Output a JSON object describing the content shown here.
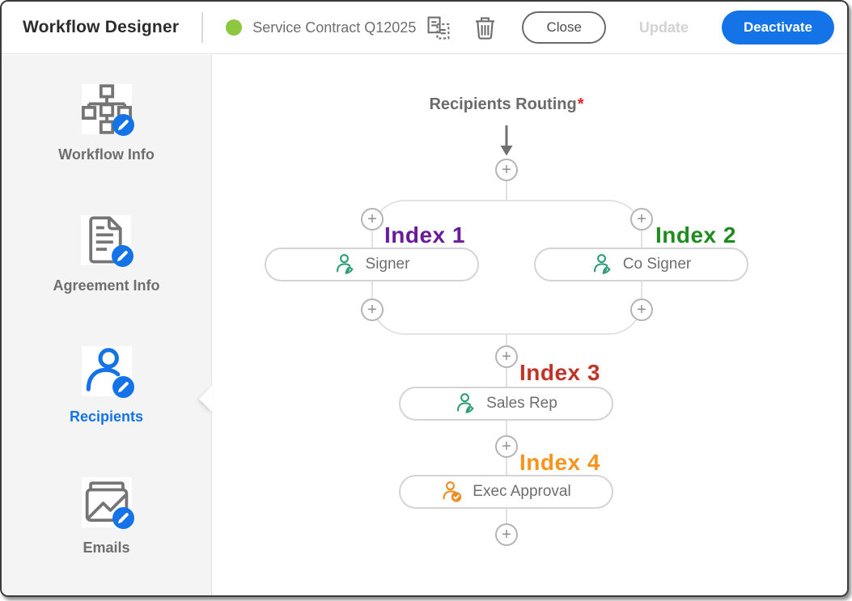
{
  "header": {
    "app_title": "Workflow Designer",
    "status_dot_color": "#8DC63F",
    "workflow_name": "Service Contract Q12025",
    "actions": {
      "copy_icon": "duplicate-workflow",
      "delete_icon": "delete-workflow",
      "close_label": "Close",
      "update_label": "Update",
      "deactivate_label": "Deactivate"
    }
  },
  "sidebar": {
    "items": [
      {
        "label": "Workflow Info",
        "icon": "workflow-tree-icon",
        "active": false
      },
      {
        "label": "Agreement Info",
        "icon": "agreement-document-icon",
        "active": false
      },
      {
        "label": "Recipients",
        "icon": "recipient-person-icon",
        "active": true
      },
      {
        "label": "Emails",
        "icon": "email-envelope-icon",
        "active": false
      }
    ]
  },
  "canvas": {
    "section_title": "Recipients Routing",
    "required_marker": "*",
    "add_step_symbol": "+",
    "parallel_branches": [
      {
        "index_label": "Index 1",
        "label_color": "#6A1B9A",
        "recipient_role": "Signer",
        "role_icon": "signer-pen-icon",
        "role_color": "#2D9D78"
      },
      {
        "index_label": "Index 2",
        "label_color": "#1E8C1E",
        "recipient_role": "Co Signer",
        "role_icon": "signer-pen-icon",
        "role_color": "#2D9D78"
      }
    ],
    "sequential_steps": [
      {
        "index_label": "Index 3",
        "label_color": "#C13528",
        "recipient_role": "Sales Rep",
        "role_icon": "signer-pen-icon",
        "role_color": "#2D9D78"
      },
      {
        "index_label": "Index 4",
        "label_color": "#F7941D",
        "recipient_role": "Exec Approval",
        "role_icon": "approver-check-icon",
        "role_color": "#EE8C1E"
      }
    ]
  },
  "colors": {
    "accent_blue": "#1473E6",
    "status_green": "#8DC63F",
    "signer_teal": "#2D9D78",
    "approver_orange": "#EE8C1E",
    "gray_icon": "#757575",
    "gray_text": "#6e6e6e"
  }
}
